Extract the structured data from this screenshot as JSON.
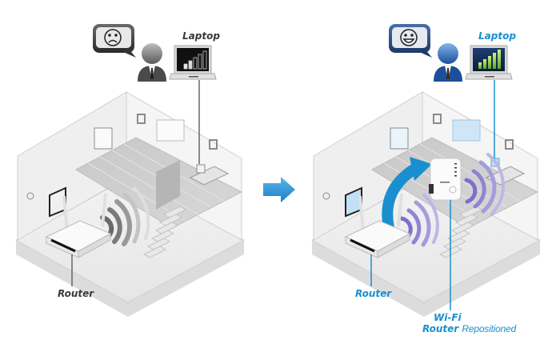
{
  "figure": {
    "description": "Wi-Fi router placement before and after repositioning",
    "colors": {
      "accent_blue": "#1a8fd0",
      "signal_purple": "#8a7fd0",
      "signal_gray": "#8c8c8c",
      "label_gray": "#3a3a3a"
    }
  },
  "before": {
    "laptop_label": "Laptop",
    "router_label": "Router",
    "user_mood": "sad",
    "signal_bars": 5,
    "signal_strength": "weak"
  },
  "transition_arrow": {
    "icon": "right-arrow-icon"
  },
  "after": {
    "laptop_label": "Laptop",
    "router_label": "Router",
    "repositioned_label_line1": "Wi-Fi",
    "repositioned_label_line2": "Router",
    "repositioned_label_suffix": "Repositioned",
    "user_mood": "happy",
    "signal_bars": 5,
    "signal_strength": "strong"
  }
}
